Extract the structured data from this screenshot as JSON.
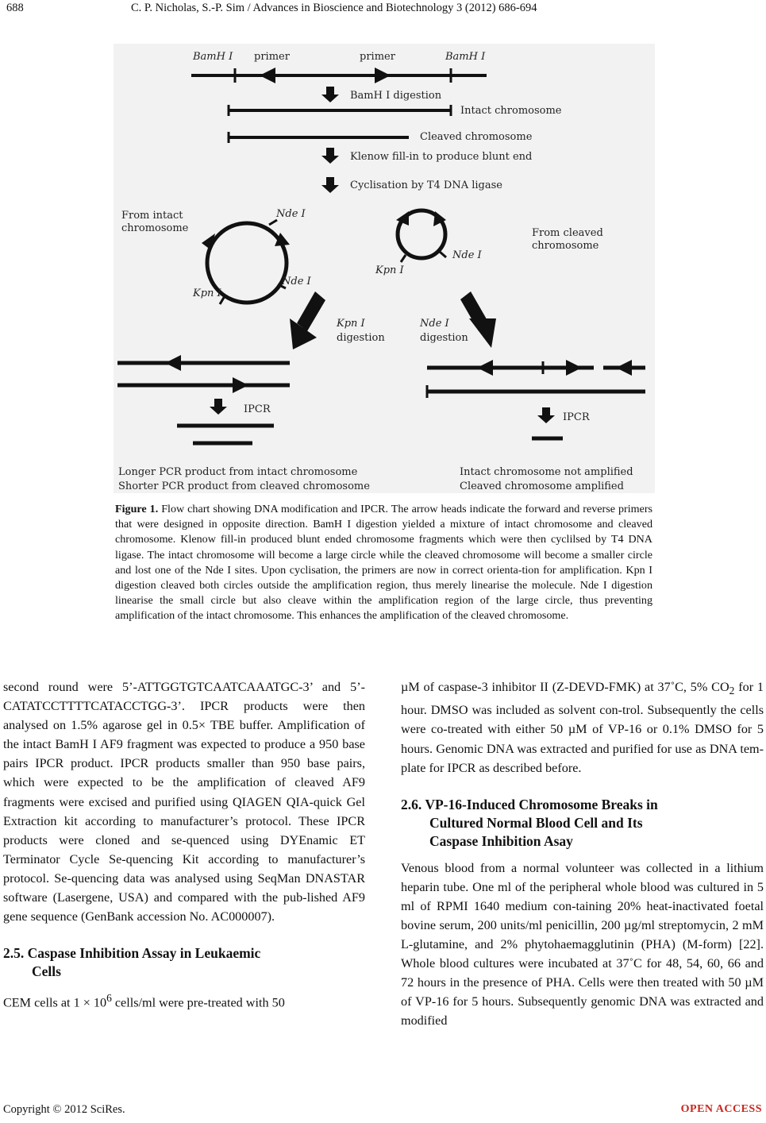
{
  "header": {
    "page_number": "688",
    "running_title": "C. P. Nicholas, S.-P. Sim / Advances in Bioscience and Biotechnology 3 (2012) 686-694"
  },
  "figure": {
    "labels": {
      "bamh1_left": "BamH I",
      "primer_left": "primer",
      "primer_right": "primer",
      "bamh1_right": "BamH I",
      "step_bamh1": "BamH I digestion",
      "intact_chromosome": "Intact chromosome",
      "cleaved_chromosome": "Cleaved chromosome",
      "step_klenow": "Klenow fill-in to produce blunt end",
      "step_cyclisation": "Cyclisation by T4 DNA ligase",
      "from_intact_1": "From intact",
      "from_intact_2": "chromosome",
      "nde_big_top": "Nde I",
      "nde_big_bottom": "Nde I",
      "kpn_big": "Kpn I",
      "nde_small": "Nde I",
      "kpn_small": "Kpn I",
      "from_cleaved_1": "From cleaved",
      "from_cleaved_2": "chromosome",
      "kpn_digestion_1": "Kpn I",
      "kpn_digestion_2": "digestion",
      "nde_digestion_1": "Nde I",
      "nde_digestion_2": "digestion",
      "ipcr_left": "IPCR",
      "ipcr_right": "IPCR",
      "result_left_1": "Longer PCR product from intact chromosome",
      "result_left_2": "Shorter PCR product from cleaved chromosome",
      "result_right_1": "Intact chromosome not amplified",
      "result_right_2": "Cleaved chromosome amplified"
    }
  },
  "caption": {
    "label": "Figure 1.",
    "text": "Flow chart showing DNA modification and IPCR. The arrow heads indicate the forward and reverse primers that were designed in opposite direction. BamH I digestion yielded a mixture of intact chromosome and cleaved chromosome. Klenow fill-in produced blunt ended chromosome fragments which were then cyclilsed by T4 DNA ligase. The intact chromosome will become a large circle while the cleaved chromosome will become a smaller circle and lost one of the Nde I sites. Upon cyclisation, the primers are now in correct orienta-tion for amplification. Kpn I digestion cleaved both circles outside the amplification region, thus merely linearise the molecule. Nde I digestion linearise the small circle but also cleave within the amplification region of the large circle, thus preventing amplification of the intact chromosome. This enhances the amplification of the cleaved chromosome."
  },
  "left_column": {
    "para1": "second round were 5’-ATTGGTGTCAATCAAATGC-3’ and 5’-CATATCCTTTTCATACCTGG-3’. IPCR products were then analysed on 1.5% agarose gel in 0.5× TBE buffer. Amplification of the intact BamH I AF9 fragment was expected to produce a 950 base pairs IPCR product. IPCR products smaller than 950 base pairs, which were expected to be the amplification of cleaved AF9 fragments were excised and purified using QIAGEN QIA-quick Gel Extraction kit according to manufacturer’s protocol. These IPCR products were cloned and se-quenced using DYEnamic ET Terminator Cycle Se-quencing Kit according to manufacturer’s protocol. Se-quencing data was analysed using SeqMan DNASTAR software (Lasergene, USA) and compared with the pub-lished AF9 gene sequence (GenBank accession No. AC000007).",
    "section_num": "2.5.",
    "section_title_1": "Caspase Inhibition Assay in Leukaemic",
    "section_title_2": "Cells",
    "para2_a": "CEM cells at 1 × 10",
    "para2_sup": "6",
    "para2_b": " cells/ml were pre-treated with 50"
  },
  "right_column": {
    "para1_a": "µM of caspase-3 inhibitor II (Z-DEVD-FMK) at 37˚C, 5% CO",
    "para1_sub": "2",
    "para1_b": " for 1 hour. DMSO was included as solvent con-trol. Subsequently the cells were co-treated with either 50 µM of VP-16 or 0.1% DMSO for 5 hours. Genomic DNA was extracted and purified for use as DNA tem-plate for IPCR as described before.",
    "section_num": "2.6.",
    "section_title_1": "VP-16-Induced Chromosome Breaks in",
    "section_title_2": "Cultured Normal Blood Cell and Its",
    "section_title_3": "Caspase Inhibition Asay",
    "para2": "Venous blood from a normal volunteer was collected in a lithium heparin tube. One ml of the peripheral whole blood was cultured in 5 ml of RPMI 1640 medium con-taining 20% heat-inactivated foetal bovine serum, 200 units/ml penicillin, 200 µg/ml streptomycin, 2 mM L-glutamine, and 2% phytohaemagglutinin (PHA) (M-form) [22]. Whole blood cultures were incubated at 37˚C for 48, 54, 60, 66 and 72 hours in the presence of PHA. Cells were then treated with 50 µM of VP-16 for 5 hours. Subsequently genomic DNA was extracted and modified"
  },
  "footer": {
    "copyright": "Copyright © 2012 SciRes.",
    "access": "OPEN ACCESS"
  }
}
